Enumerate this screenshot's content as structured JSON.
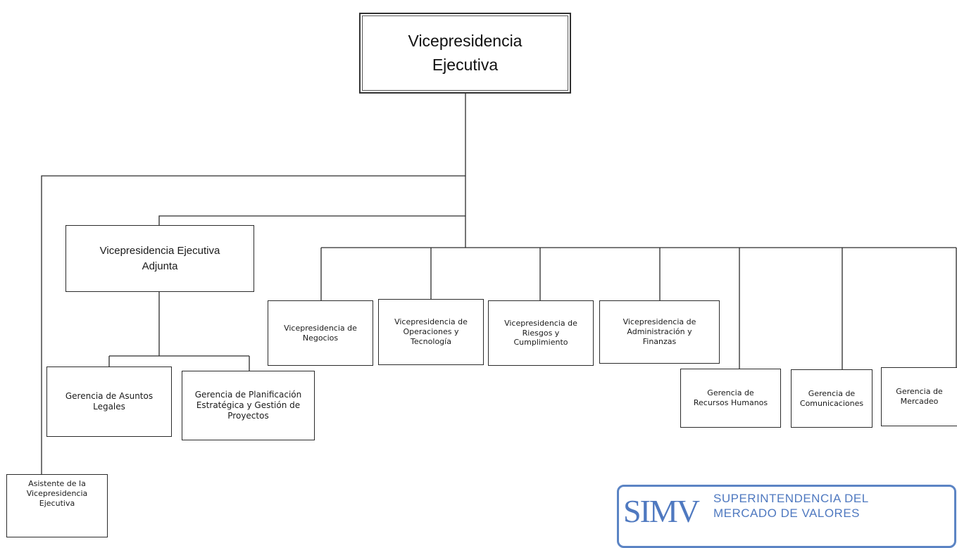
{
  "org_chart": {
    "top": {
      "name": "Vicepresidencia Ejecutiva",
      "lines": [
        "Vicepresidencia",
        "Ejecutiva"
      ]
    },
    "assistant": {
      "lines": [
        "Asistente de la",
        "Vicepresidencia",
        "Ejecutiva"
      ]
    },
    "adjunta": {
      "lines": [
        "Vicepresidencia Ejecutiva",
        "Adjunta"
      ]
    },
    "adjunta_reports": [
      {
        "lines": [
          "Gerencia de Asuntos",
          "Legales"
        ]
      },
      {
        "lines": [
          "Gerencia de Planificación",
          "Estratégica y Gestión de",
          "Proyectos"
        ]
      }
    ],
    "vicepresidencias": [
      {
        "lines": [
          "Vicepresidencia de",
          "Negocios"
        ]
      },
      {
        "lines": [
          "Vicepresidencia de",
          "Operaciones y",
          "Tecnología"
        ]
      },
      {
        "lines": [
          "Vicepresidencia de",
          "Riesgos y",
          "Cumplimiento"
        ]
      },
      {
        "lines": [
          "Vicepresidencia de",
          "Administración y",
          "Finanzas"
        ]
      }
    ],
    "gerencias": [
      {
        "lines": [
          "Gerencia de",
          "Recursos Humanos"
        ]
      },
      {
        "lines": [
          "Gerencia de",
          "Comunicaciones"
        ]
      },
      {
        "lines": [
          "Gerencia de",
          "Mercadeo"
        ]
      }
    ]
  },
  "stamp": {
    "logo": "SIMV",
    "line1": "SUPERINTENDENCIA DEL",
    "line2": "MERCADO DE VALORES",
    "color": "#4f79c0"
  }
}
